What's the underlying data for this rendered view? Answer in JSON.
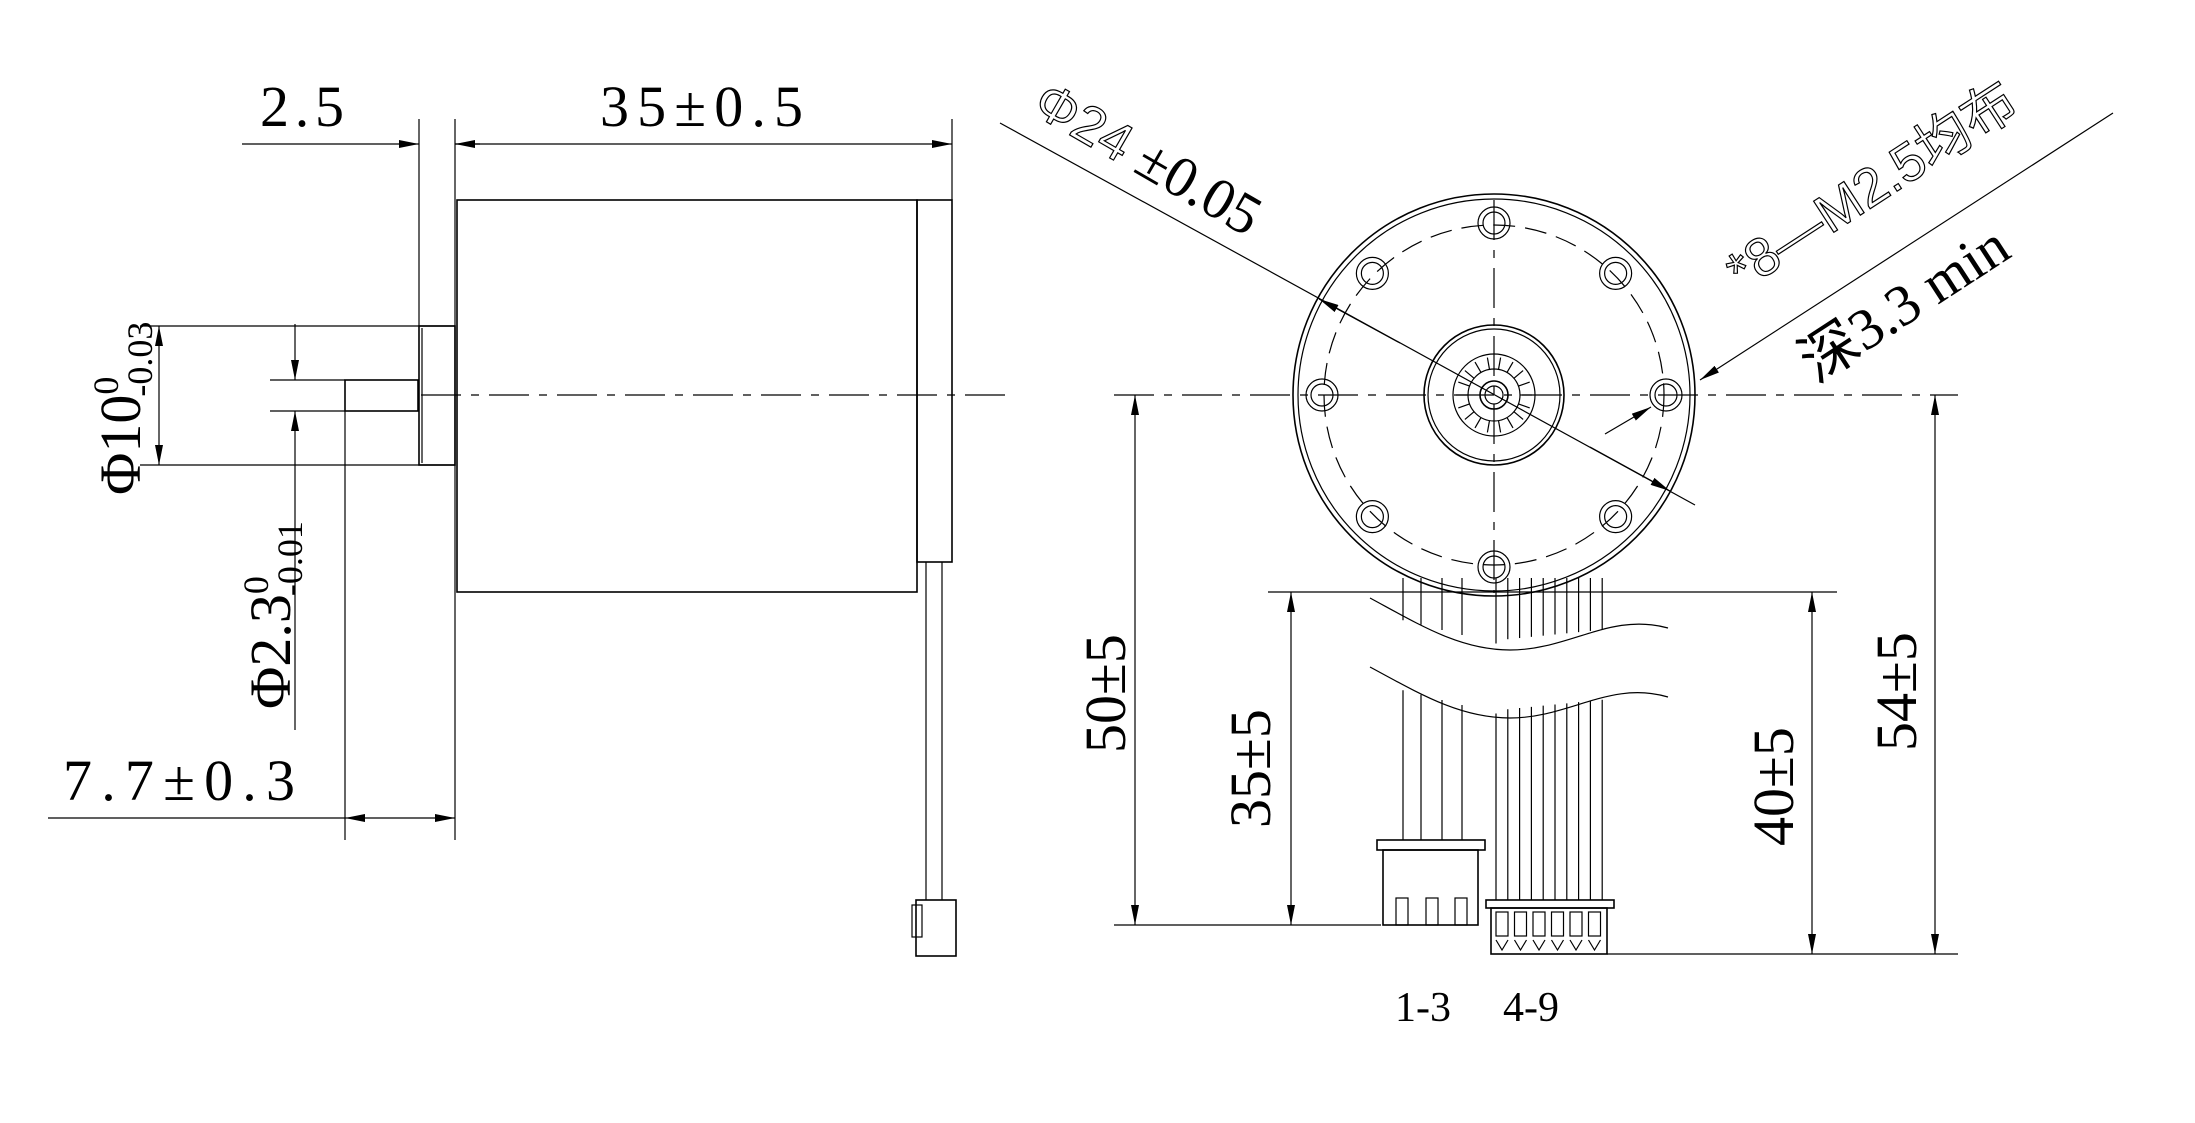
{
  "side_view": {
    "flange_length": "2.5",
    "body_length": "35±0.5",
    "shaft_length": "7.7±0.3",
    "flange_diameter": {
      "prefix": "Φ10",
      "upper": "0",
      "lower": "-0.03"
    },
    "shaft_diameter": {
      "prefix": "Φ2.3",
      "upper": "0",
      "lower": "-0.01"
    }
  },
  "front_view": {
    "mount_circle_diameter": {
      "symbol": "Φ24",
      "tolerance": "±0.05"
    },
    "mount_holes": "*8—M2.5均布",
    "hole_depth": "深3.3 min",
    "lead_50": "50±5",
    "lead_35": "35±5",
    "lead_40": "40±5",
    "lead_54": "54±5",
    "connector_a_label": "1-3",
    "connector_b_label": "4-9"
  },
  "colors": {
    "line": "#000000",
    "background": "#ffffff"
  }
}
